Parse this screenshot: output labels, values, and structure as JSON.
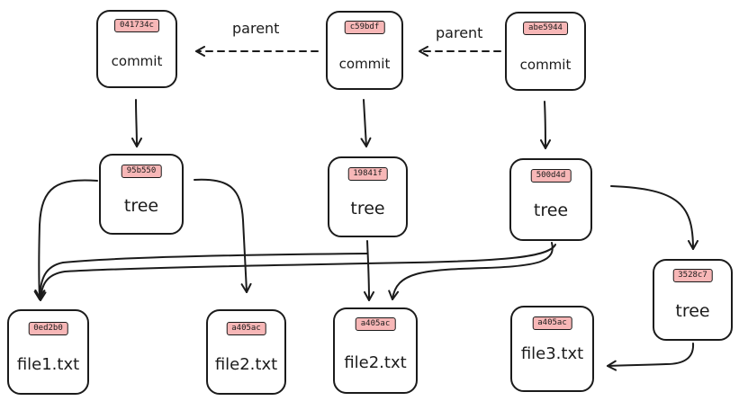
{
  "commits": [
    {
      "hash": "041734c",
      "label": "commit"
    },
    {
      "hash": "c59bdf",
      "label": "commit"
    },
    {
      "hash": "abe5944",
      "label": "commit"
    }
  ],
  "trees": [
    {
      "hash": "95b550",
      "label": "tree"
    },
    {
      "hash": "19841f",
      "label": "tree"
    },
    {
      "hash": "500d4d",
      "label": "tree"
    },
    {
      "hash": "3528c7",
      "label": "tree"
    }
  ],
  "files": [
    {
      "hash": "0ed2b0",
      "label": "file1.txt"
    },
    {
      "hash": "a405ac",
      "label": "file2.txt"
    },
    {
      "hash": "a405ac",
      "label": "file2.txt"
    },
    {
      "hash": "a405ac",
      "label": "file3.txt"
    }
  ],
  "edge_labels": {
    "parent_1": "parent",
    "parent_2": "parent"
  }
}
